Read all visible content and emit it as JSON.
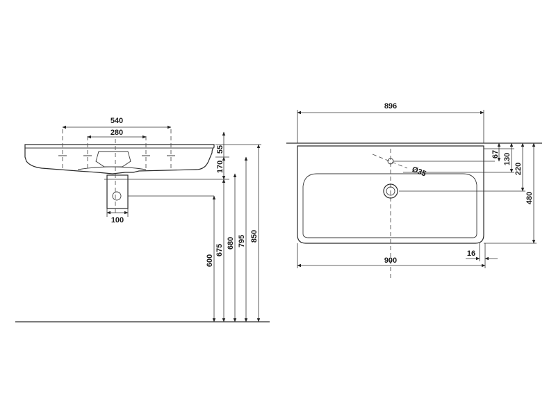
{
  "side_view": {
    "width_540": "540",
    "width_280": "280",
    "rim_55": "55",
    "depth_170": "170",
    "trap_100": "100",
    "height_600": "600",
    "height_675": "675",
    "height_680": "680",
    "height_795": "795",
    "height_850": "850"
  },
  "top_view": {
    "width_896": "896",
    "width_900": "900",
    "dia_35": "Ø35",
    "dim_67": "67",
    "dim_130": "130",
    "dim_220": "220",
    "dim_480": "480",
    "dim_16": "16"
  }
}
